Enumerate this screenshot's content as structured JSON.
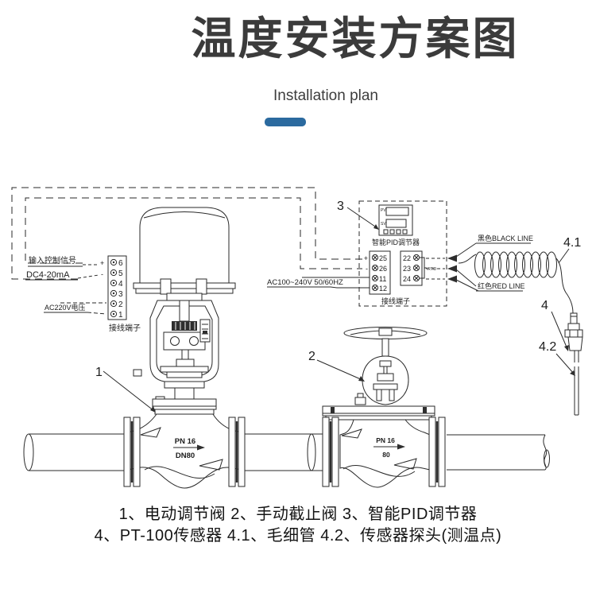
{
  "header": {
    "title": "温度安装方案图",
    "subtitle": "Installation plan"
  },
  "colors": {
    "accent": "#2b6a9f",
    "ink": "#222222"
  },
  "diagram": {
    "callouts": {
      "c1": "1",
      "c2": "2",
      "c3": "3",
      "c4": "4",
      "c41": "4.1",
      "c42": "4.2"
    },
    "valve_terminal": {
      "input_signal": "输入控制信号",
      "dc": "DC4-20mA",
      "ac": "AC220V电压",
      "plus": "+",
      "minus": "-",
      "numbers": [
        "6",
        "5",
        "4",
        "3",
        "2",
        "1"
      ],
      "label": "接线端子"
    },
    "pid": {
      "pv": "PV",
      "sv": "SV",
      "name": "智能PID调节器",
      "left_terminals": [
        "25",
        "26",
        "11",
        "12"
      ],
      "right_terminals": [
        "22",
        "23",
        "24"
      ],
      "rtd": "RTD",
      "plus": "+",
      "minus": "-",
      "label": "接线端子",
      "power": "AC100~240V 50/60HZ"
    },
    "lines": {
      "black": "黑色BLACK LINE",
      "red": "红色RED LINE"
    },
    "valve1": {
      "pn": "PN 16",
      "dn": "DN80"
    },
    "valve2": {
      "pn": "PN 16",
      "dn": "80"
    }
  },
  "legend": {
    "line1": "1、电动调节阀 2、手动截止阀  3、智能PID调节器",
    "line2": "4、PT-100传感器 4.1、毛细管 4.2、传感器探头(测温点)"
  }
}
